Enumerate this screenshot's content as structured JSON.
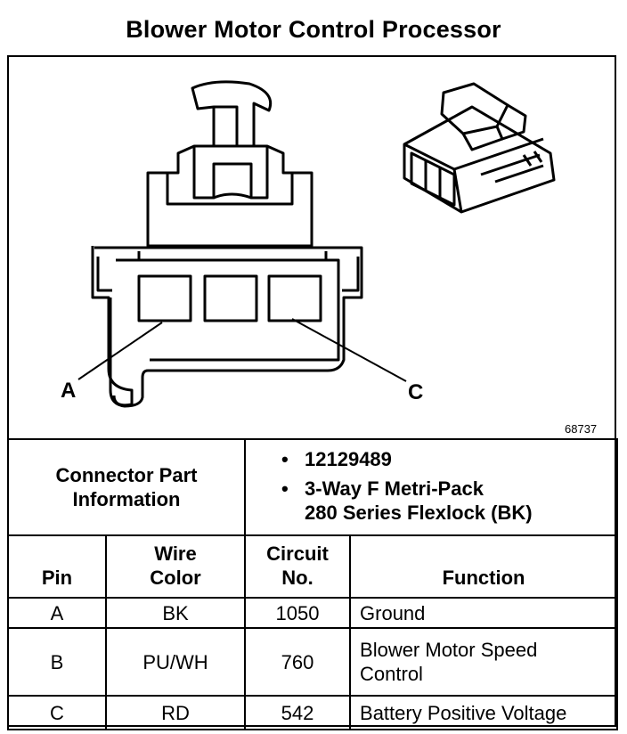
{
  "title": "Blower Motor Control Processor",
  "diagram": {
    "figure_number": "68737",
    "callouts": [
      "A",
      "C"
    ]
  },
  "connector_info": {
    "label": "Connector Part Information",
    "bullets": [
      "12129489",
      "3-Way F Metri-Pack\n280 Series Flexlock (BK)"
    ],
    "bullet_symbol": "•"
  },
  "table": {
    "headers": {
      "pin": "Pin",
      "wire_color": "Wire Color",
      "circuit": "Circuit No.",
      "function": "Function"
    },
    "rows": [
      {
        "pin": "A",
        "wire_color": "BK",
        "circuit": "1050",
        "function": "Ground"
      },
      {
        "pin": "B",
        "wire_color": "PU/WH",
        "circuit": "760",
        "function": "Blower Motor Speed Control"
      },
      {
        "pin": "C",
        "wire_color": "RD",
        "circuit": "542",
        "function": "Battery Positive Voltage"
      }
    ]
  }
}
